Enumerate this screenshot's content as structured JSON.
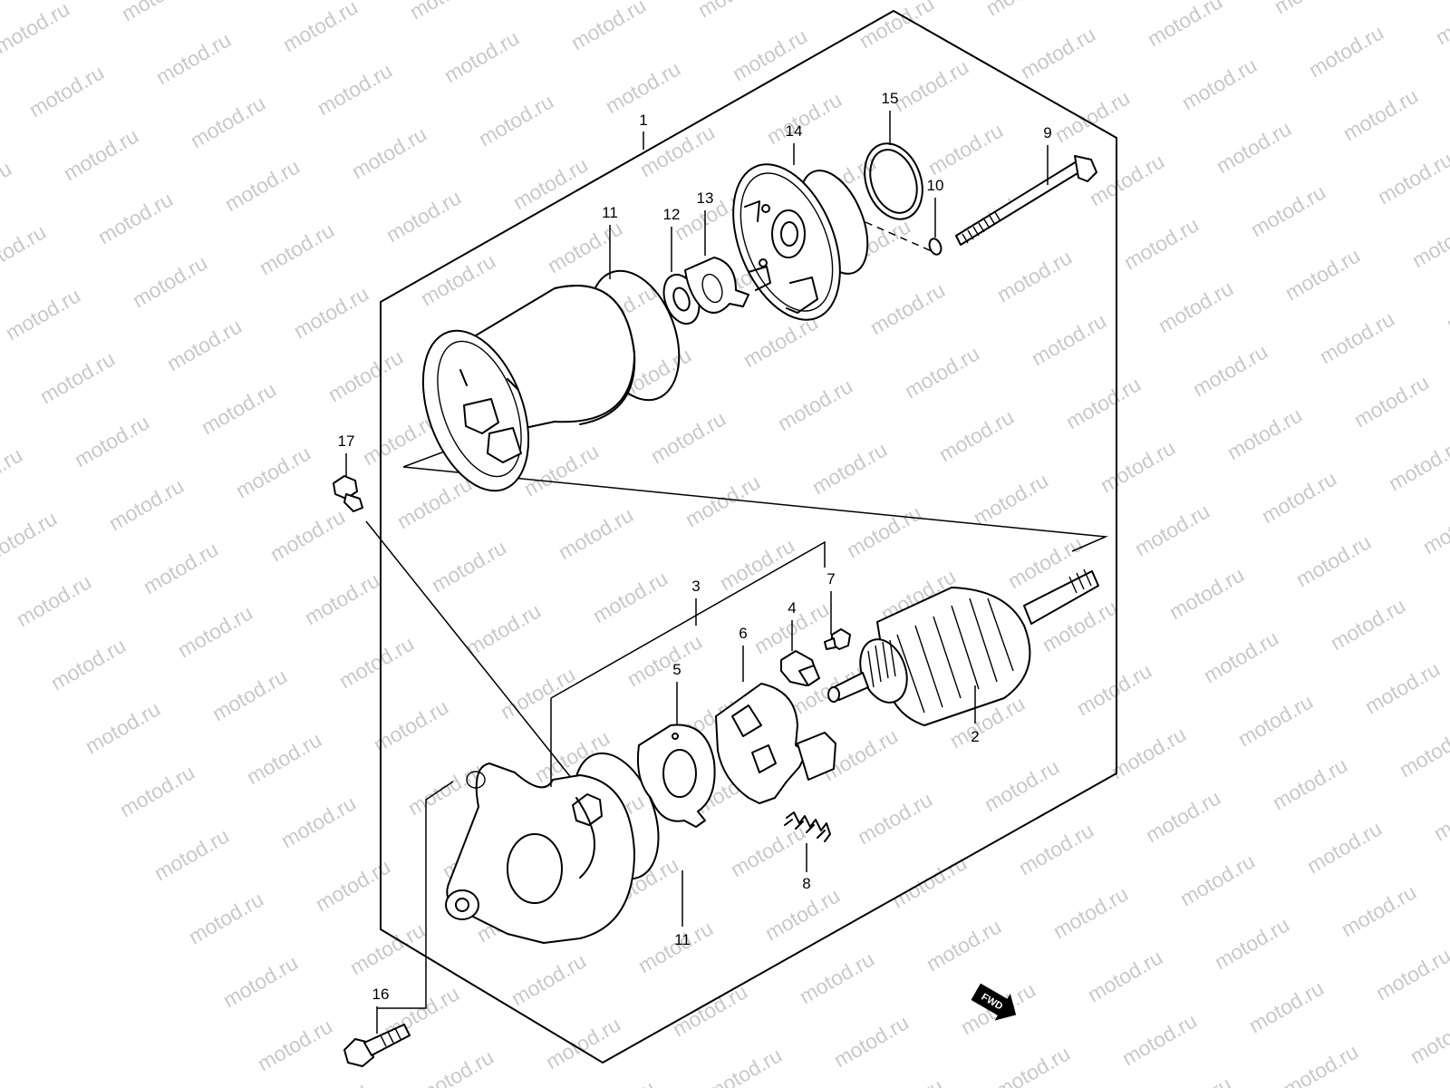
{
  "watermark": {
    "text": "motod.ru"
  },
  "diagram": {
    "callouts": [
      {
        "id": "c1",
        "label": "1"
      },
      {
        "id": "c2",
        "label": "2"
      },
      {
        "id": "c3",
        "label": "3"
      },
      {
        "id": "c4",
        "label": "4"
      },
      {
        "id": "c5",
        "label": "5"
      },
      {
        "id": "c6",
        "label": "6"
      },
      {
        "id": "c7",
        "label": "7"
      },
      {
        "id": "c8",
        "label": "8"
      },
      {
        "id": "c9",
        "label": "9"
      },
      {
        "id": "c10",
        "label": "10"
      },
      {
        "id": "c11a",
        "label": "11"
      },
      {
        "id": "c11b",
        "label": "11"
      },
      {
        "id": "c12",
        "label": "12"
      },
      {
        "id": "c13",
        "label": "13"
      },
      {
        "id": "c14",
        "label": "14"
      },
      {
        "id": "c15",
        "label": "15"
      },
      {
        "id": "c16",
        "label": "16"
      },
      {
        "id": "c17",
        "label": "17"
      }
    ],
    "direction_marker": "FWD"
  }
}
